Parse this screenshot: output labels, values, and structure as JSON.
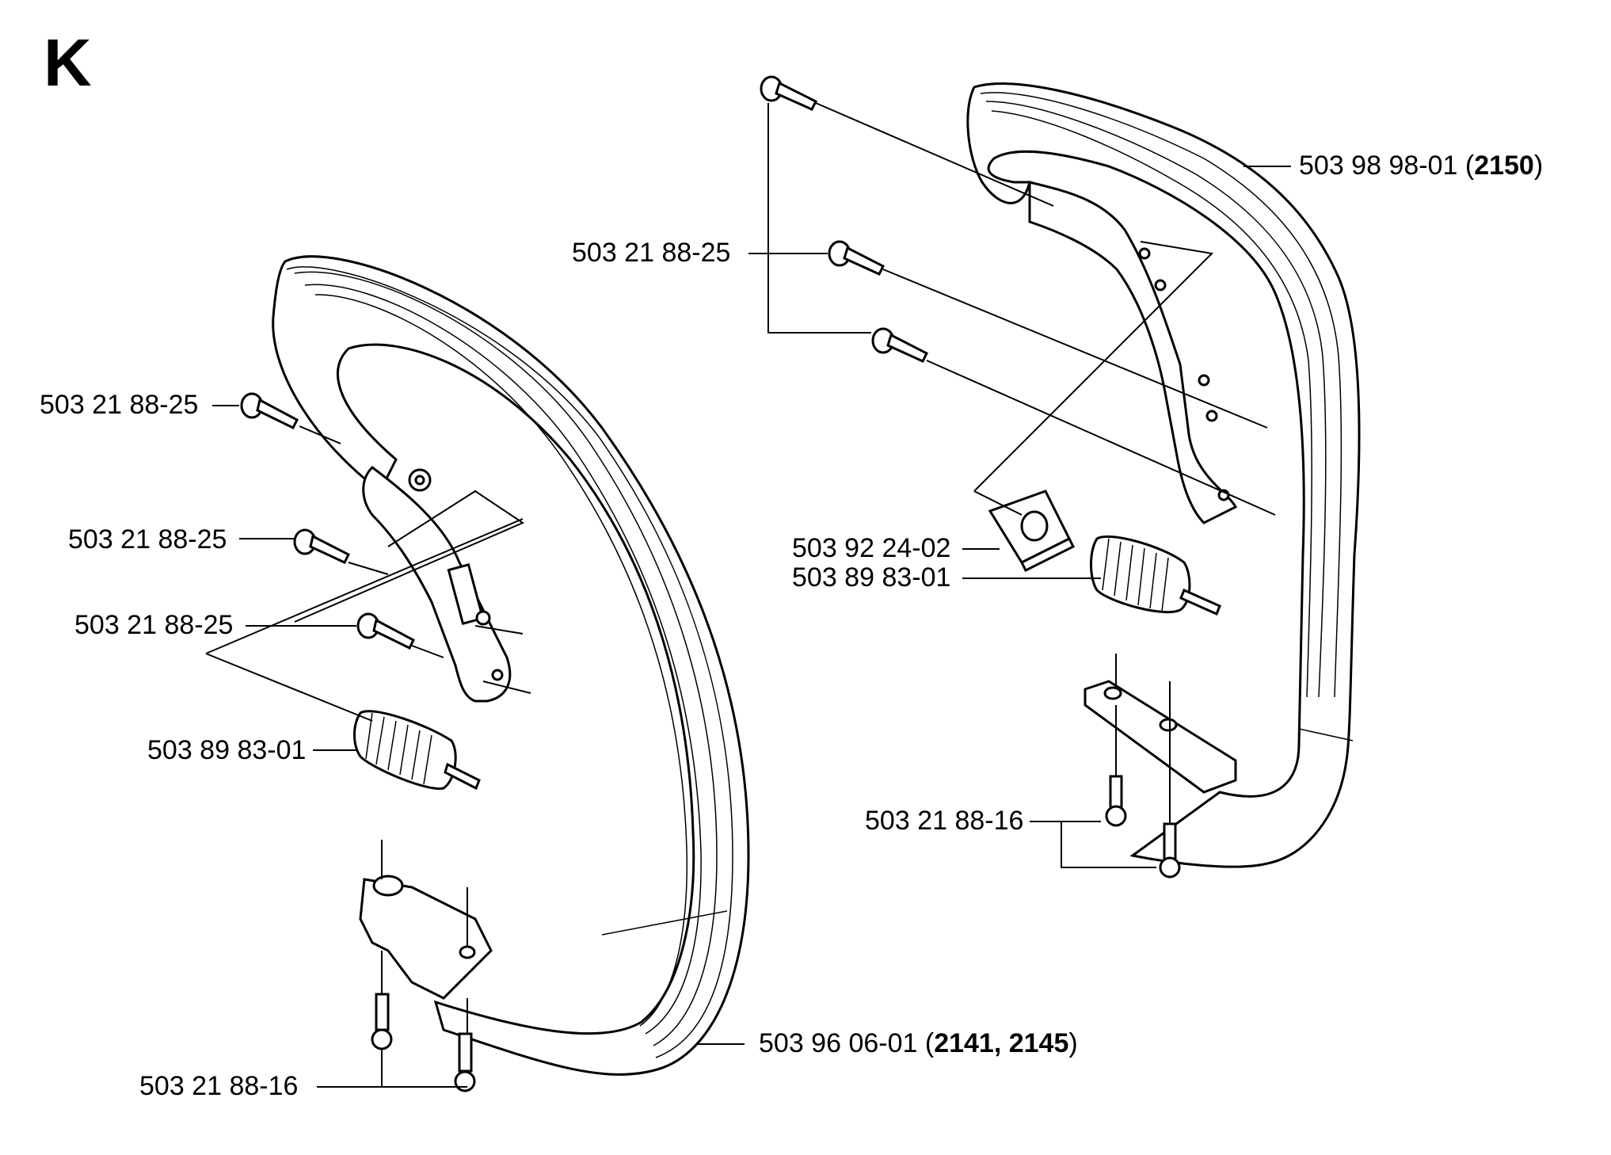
{
  "section_letter": "K",
  "left_assembly": {
    "handlebar": {
      "part": "503 96 06-01",
      "models": "2141, 2145"
    },
    "screws_upper": [
      "503 21 88-25",
      "503 21 88-25",
      "503 21 88-25"
    ],
    "spring": "503 89 83-01",
    "screws_lower": "503 21 88-16"
  },
  "right_assembly": {
    "handlebar": {
      "part": "503 98 98-01",
      "models": "2150"
    },
    "screw_upper": "503 21 88-25",
    "plate": "503 92 24-02",
    "spring": "503 89 83-01",
    "screws_lower": "503 21 88-16"
  }
}
